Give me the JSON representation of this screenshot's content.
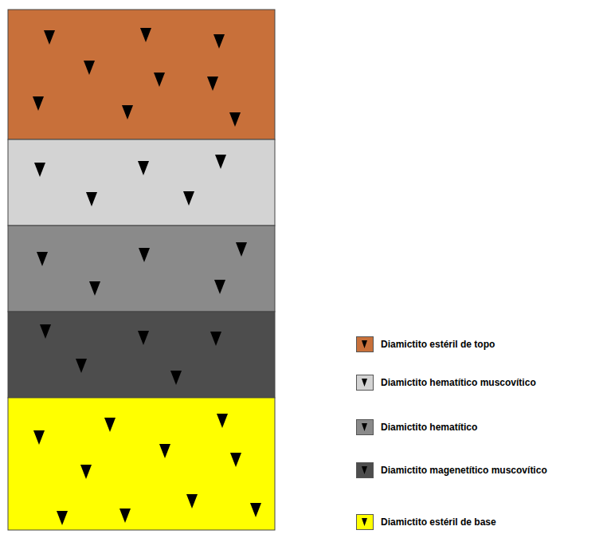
{
  "diagram": {
    "legend": [
      {
        "text": "Diamictito estéril de topo",
        "color": "#c8703a"
      },
      {
        "text": "Diamictito hematítico muscovítico",
        "color": "#d3d3d3"
      },
      {
        "text": "Diamictito hematítico",
        "color": "#8a8a8a"
      },
      {
        "text": "Diamictito magenetítico muscovítico",
        "color": "#4d4d4d"
      },
      {
        "text": "Diamictito estéril de base",
        "color": "#ffff00"
      }
    ]
  }
}
